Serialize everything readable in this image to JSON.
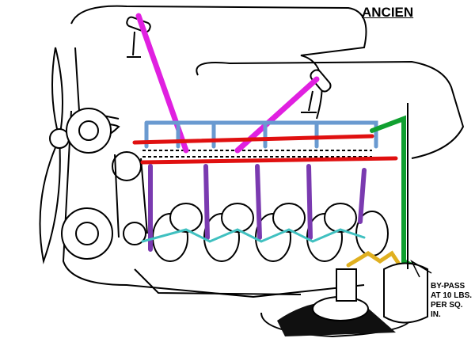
{
  "title": "ANCIEN",
  "bypass_label": [
    "BY-PASS",
    "AT 10 LBS.",
    "PER SQ. IN."
  ],
  "colors": {
    "rocker_feed": "#e020e0",
    "main_gallery": "#e01010",
    "lifter_gallery": "#6a9ad0",
    "crank_feed": "#7a3ab0",
    "rod_feed": "#40c0c0",
    "filter_line": "#10a030",
    "pump_line": "#e0b020",
    "sump_oil": "#101010"
  }
}
